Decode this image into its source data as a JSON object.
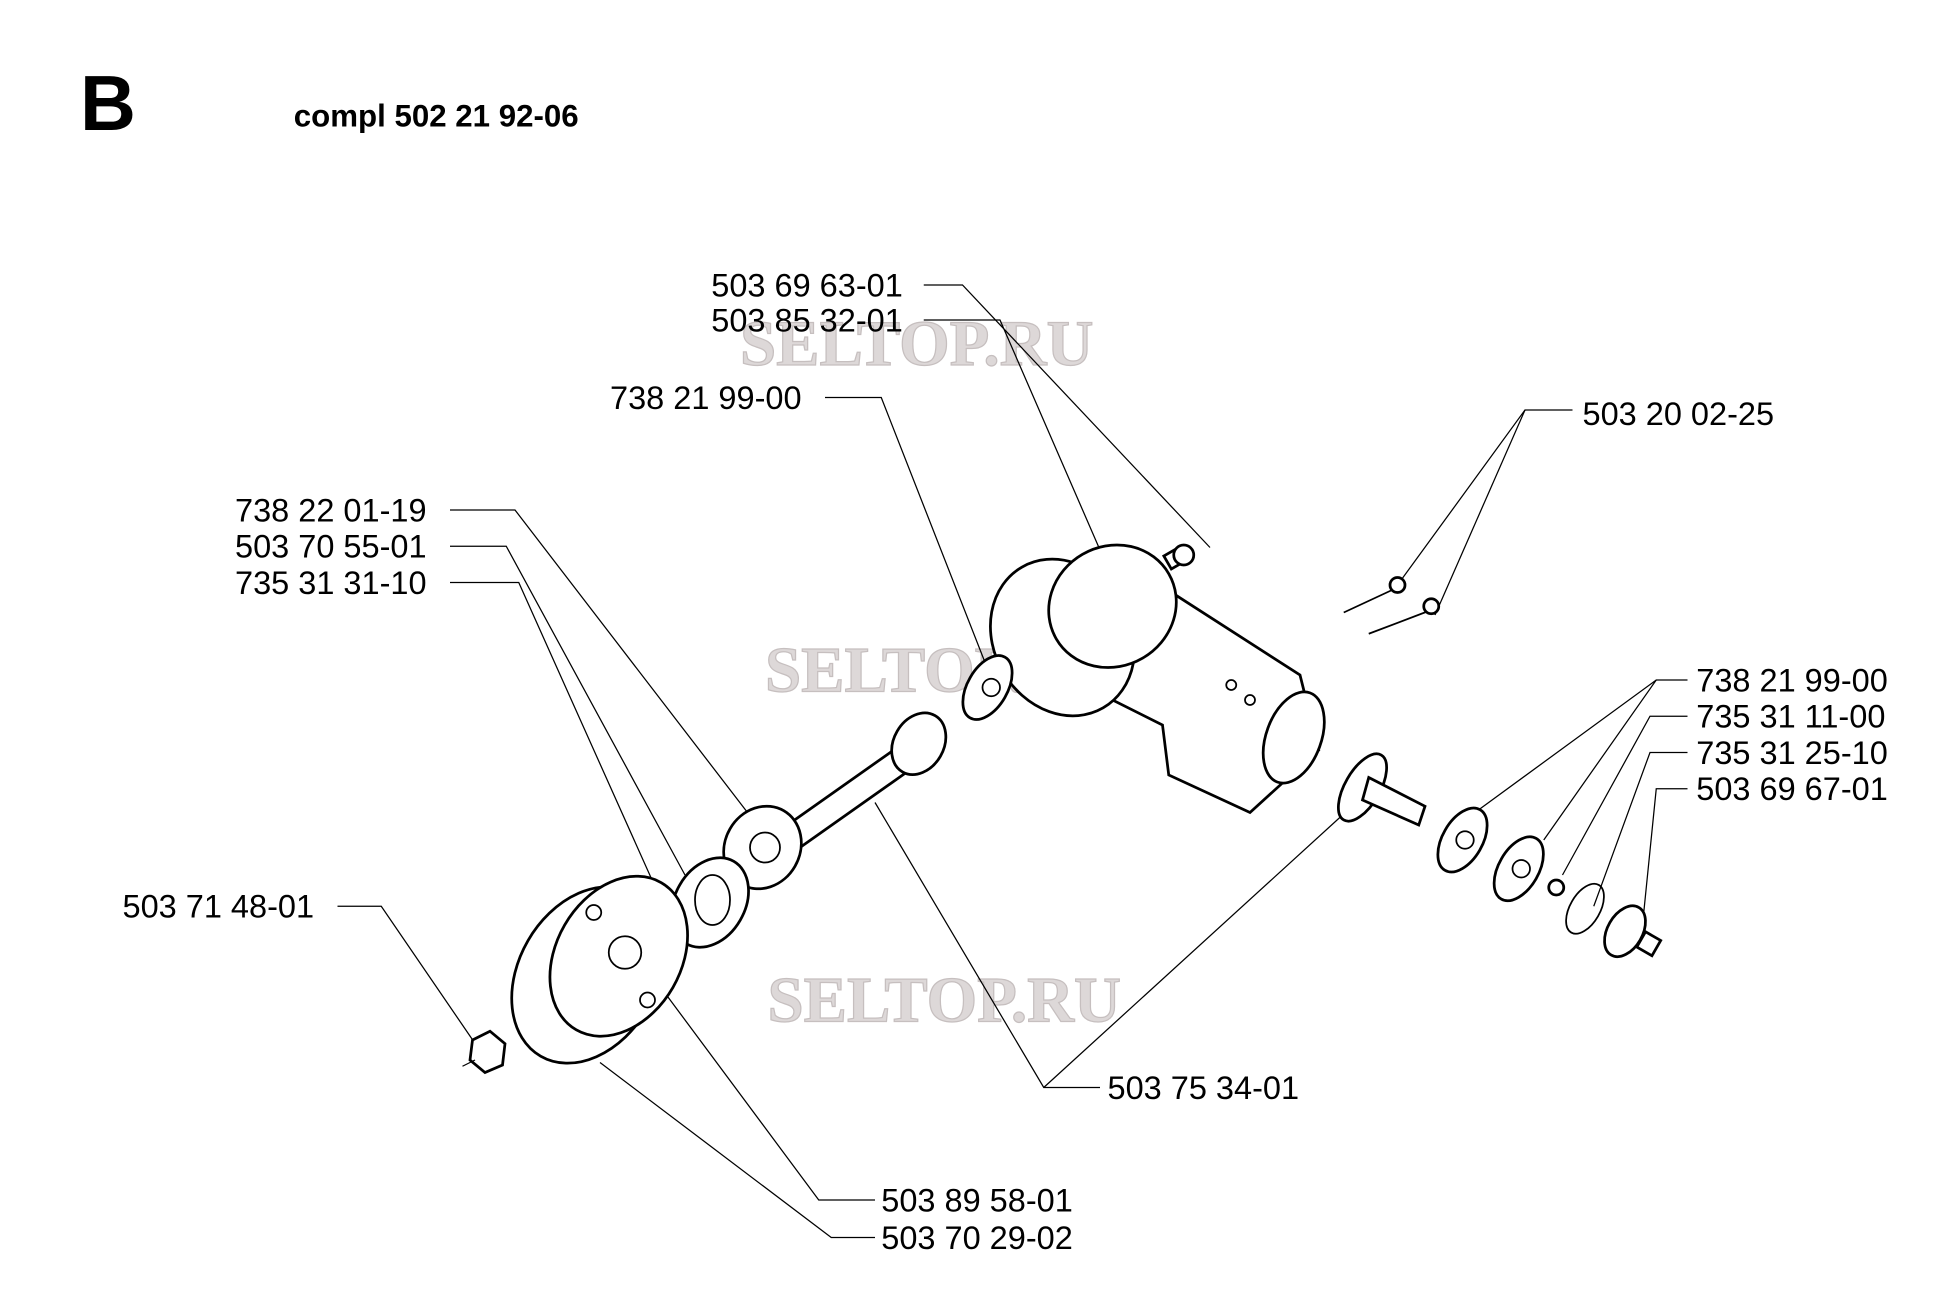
{
  "section_letter": "B",
  "title": "compl 502 21 92-06",
  "watermark": "SELTOP.RU",
  "part_labels": {
    "p1": "503 69 63-01",
    "p2": "503 85 32-01",
    "p3": "738 21 99-00",
    "p4": "503 20 02-25",
    "p5": "738 22 01-19",
    "p6": "503 70 55-01",
    "p7": "735 31 31-10",
    "p8": "503 71 48-01",
    "p9": "503 75 34-01",
    "p10": "503 89 58-01",
    "p11": "503 70 29-02",
    "p12": "738 21 99-00",
    "p13": "735 31 11-00",
    "p14": "735 31 25-10",
    "p15": "503 69 67-01"
  }
}
